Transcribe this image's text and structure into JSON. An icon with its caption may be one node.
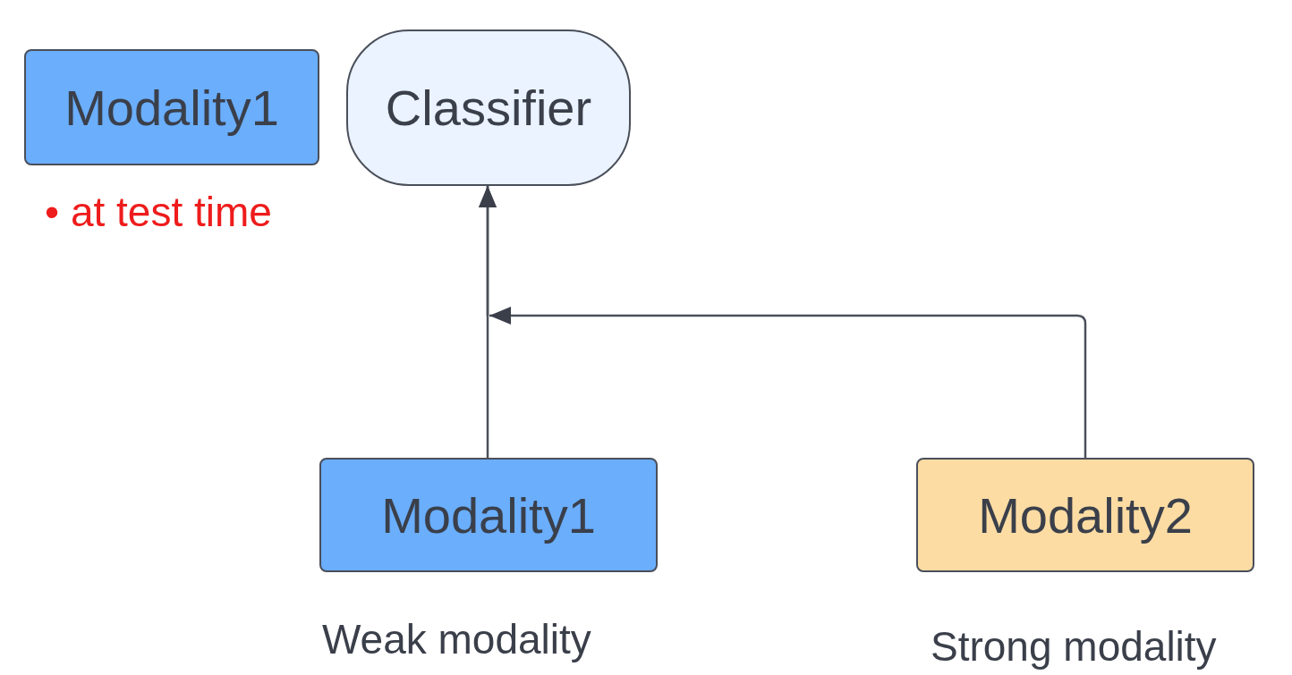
{
  "diagram": {
    "nodes": [
      {
        "text": [
          "Modality1"
        ],
        "beside": [
          "• at test time"
        ]
      },
      {
        "text": [
          "Classifier"
        ]
      },
      {
        "text": [
          "Modality1"
        ],
        "beside": [
          "Weak modality"
        ]
      },
      {
        "text": [
          "Modality2"
        ],
        "beside": [
          "Strong modality"
        ]
      }
    ],
    "edges": [
      {
        "from": 2,
        "to": 1,
        "arrow": "to"
      },
      {
        "from": 3,
        "to": 1,
        "arrow": "to"
      }
    ]
  }
}
